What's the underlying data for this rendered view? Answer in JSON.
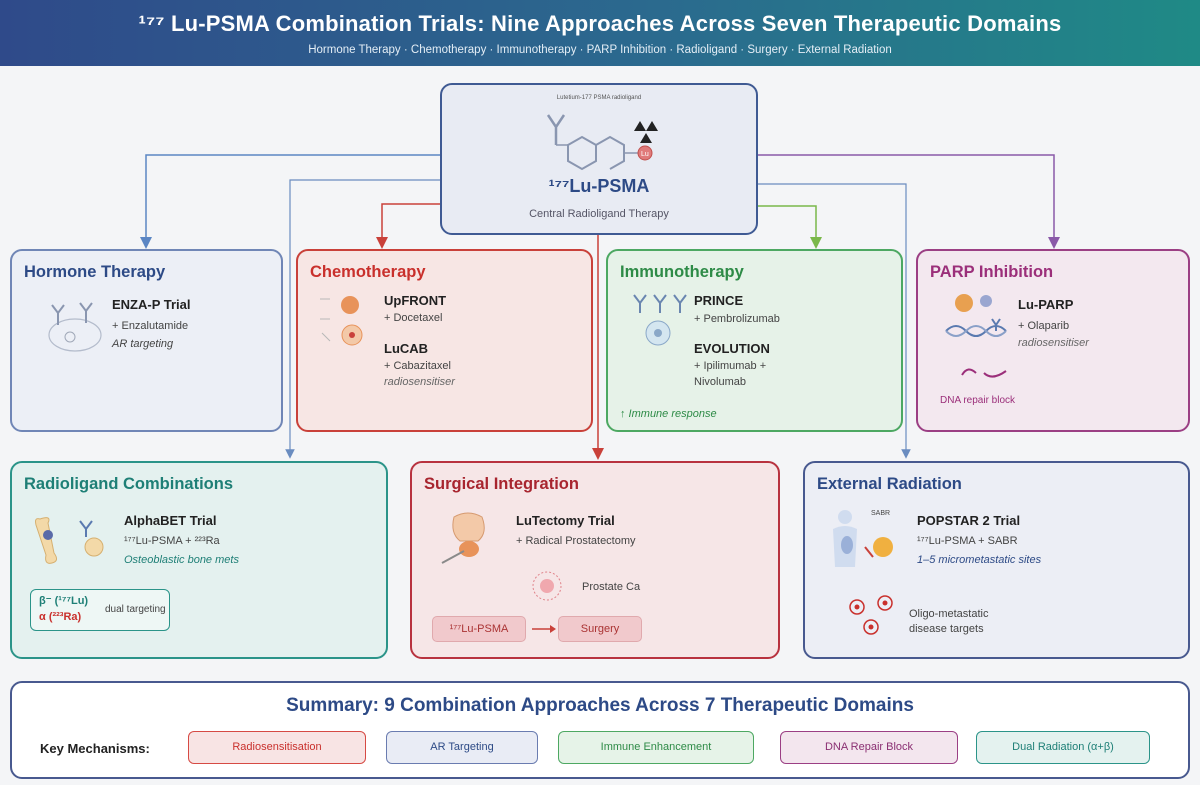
{
  "header": {
    "title": "¹⁷⁷ Lu-PSMA Combination Trials: Nine Approaches Across Seven Therapeutic Domains",
    "subtitle": "Hormone Therapy · Chemotherapy · Immunotherapy · PARP Inhibition · Radioligand · Surgery · External Radiation"
  },
  "center": {
    "small_label": "Lutetium-177 PSMA radioligand",
    "radionuclide_tag": "Lu",
    "title": "¹⁷⁷Lu-PSMA",
    "subtitle": "Central Radioligand Therapy"
  },
  "hormone": {
    "title": "Hormone Therapy",
    "trial": "ENZA-P Trial",
    "agent": "+ Enzalutamide",
    "note": "AR targeting"
  },
  "chemo": {
    "title": "Chemotherapy",
    "trial1": "UpFRONT",
    "agent1": "+ Docetaxel",
    "trial2": "LuCAB",
    "agent2": "+ Cabazitaxel",
    "note": "radiosensitiser"
  },
  "immuno": {
    "title": "Immunotherapy",
    "trial1": "PRINCE",
    "agent1": "+ Pembrolizumab",
    "trial2": "EVOLUTION",
    "agent2a": "+ Ipilimumab +",
    "agent2b": "Nivolumab",
    "note": "↑ Immune response"
  },
  "parp": {
    "title": "PARP Inhibition",
    "trial": "Lu-PARP",
    "agent": "+ Olaparib",
    "note": "radiosensitiser",
    "caption": "DNA repair block"
  },
  "radioligand": {
    "title": "Radioligand Combinations",
    "trial": "AlphaBET Trial",
    "agent": "¹⁷⁷Lu-PSMA + ²²³Ra",
    "note": "Osteoblastic bone mets",
    "beta": "β⁻ (¹⁷⁷Lu)",
    "alpha": "α (²²³Ra)",
    "dual": "dual targeting"
  },
  "surgical": {
    "title": "Surgical Integration",
    "trial": "LuTectomy Trial",
    "agent": "+ Radical Prostatectomy",
    "cancer_label": "Prostate Ca",
    "flow_from": "¹⁷⁷Lu-PSMA",
    "flow_to": "Surgery"
  },
  "external": {
    "title": "External Radiation",
    "trial": "POPSTAR 2 Trial",
    "agent": "¹⁷⁷Lu-PSMA + SABR",
    "note": "1–5 micrometastatic sites",
    "sabr_tag": "SABR",
    "targets_line1": "Oligo-metastatic",
    "targets_line2": "disease targets"
  },
  "summary": {
    "title": "Summary: 9 Combination Approaches Across 7 Therapeutic Domains",
    "key_label": "Key Mechanisms:",
    "pills": [
      "Radiosensitisation",
      "AR Targeting",
      "Immune Enhancement",
      "DNA Repair Block",
      "Dual Radiation (α+β)"
    ]
  },
  "colors": {
    "hormone": "#7086b6",
    "chemo": "#c9413a",
    "immuno": "#4da862",
    "parp": "#9b3f84",
    "radioligand": "#2b9489",
    "surgical": "#b8323f",
    "external": "#48598f",
    "center": "#3f5a93"
  }
}
